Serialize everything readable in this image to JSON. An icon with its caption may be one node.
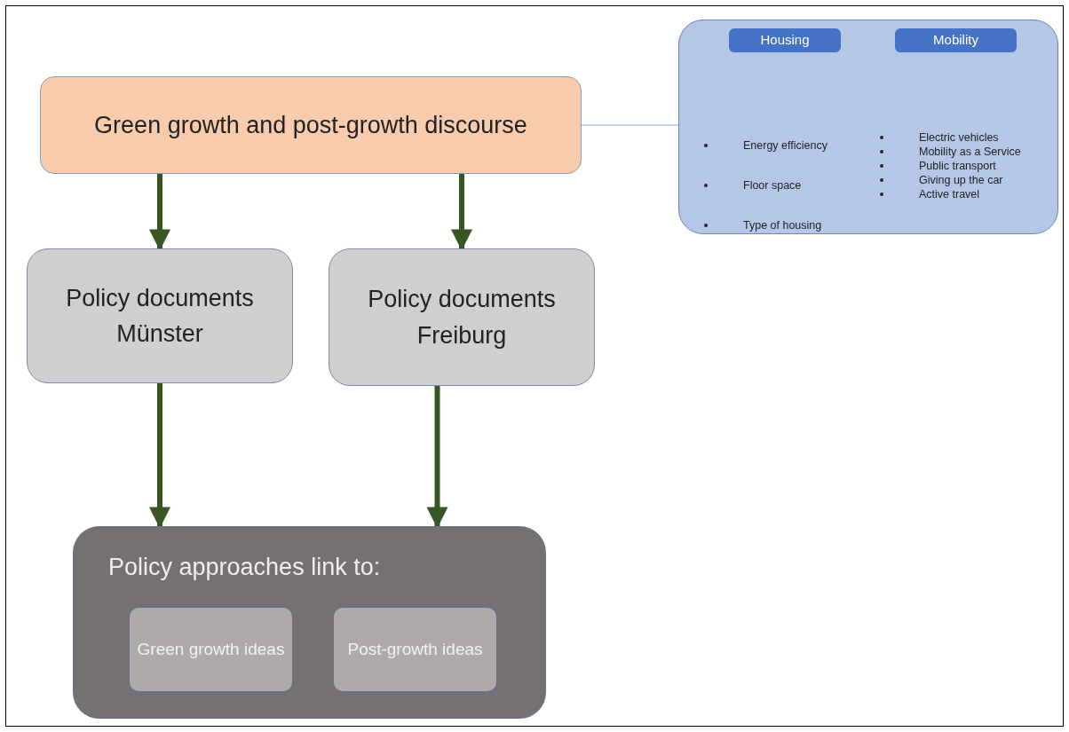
{
  "diagram": {
    "nodes": [
      {
        "text": [
          "Green growth and post-growth discourse"
        ]
      },
      {
        "text": [
          "Energy efficiency",
          "Floor space",
          "Type of housing",
          "Electric vehicles",
          "Mobility as a Service",
          "Public transport",
          "Giving up the car",
          "Active travel"
        ]
      },
      {
        "text": [
          "Housing"
        ],
        "in": 1
      },
      {
        "text": [
          "Mobility"
        ],
        "in": 1
      },
      {
        "text": [
          "Policy documents Münster"
        ]
      },
      {
        "text": [
          "Policy documents Freiburg"
        ]
      },
      {
        "text": [
          "Policy approaches link to:"
        ]
      },
      {
        "text": [
          "Green growth ideas"
        ],
        "in": 6
      },
      {
        "text": [
          "Post-growth ideas"
        ],
        "in": 6
      }
    ],
    "edges": [
      {
        "from": 0,
        "to": 1,
        "arrow": "none",
        "color": "#8fa3c8"
      },
      {
        "from": 0,
        "to": 4,
        "arrow": "to"
      },
      {
        "from": 0,
        "to": 5,
        "arrow": "to"
      },
      {
        "from": 4,
        "to": 6,
        "arrow": "to"
      },
      {
        "from": 5,
        "to": 6,
        "arrow": "to"
      }
    ]
  }
}
